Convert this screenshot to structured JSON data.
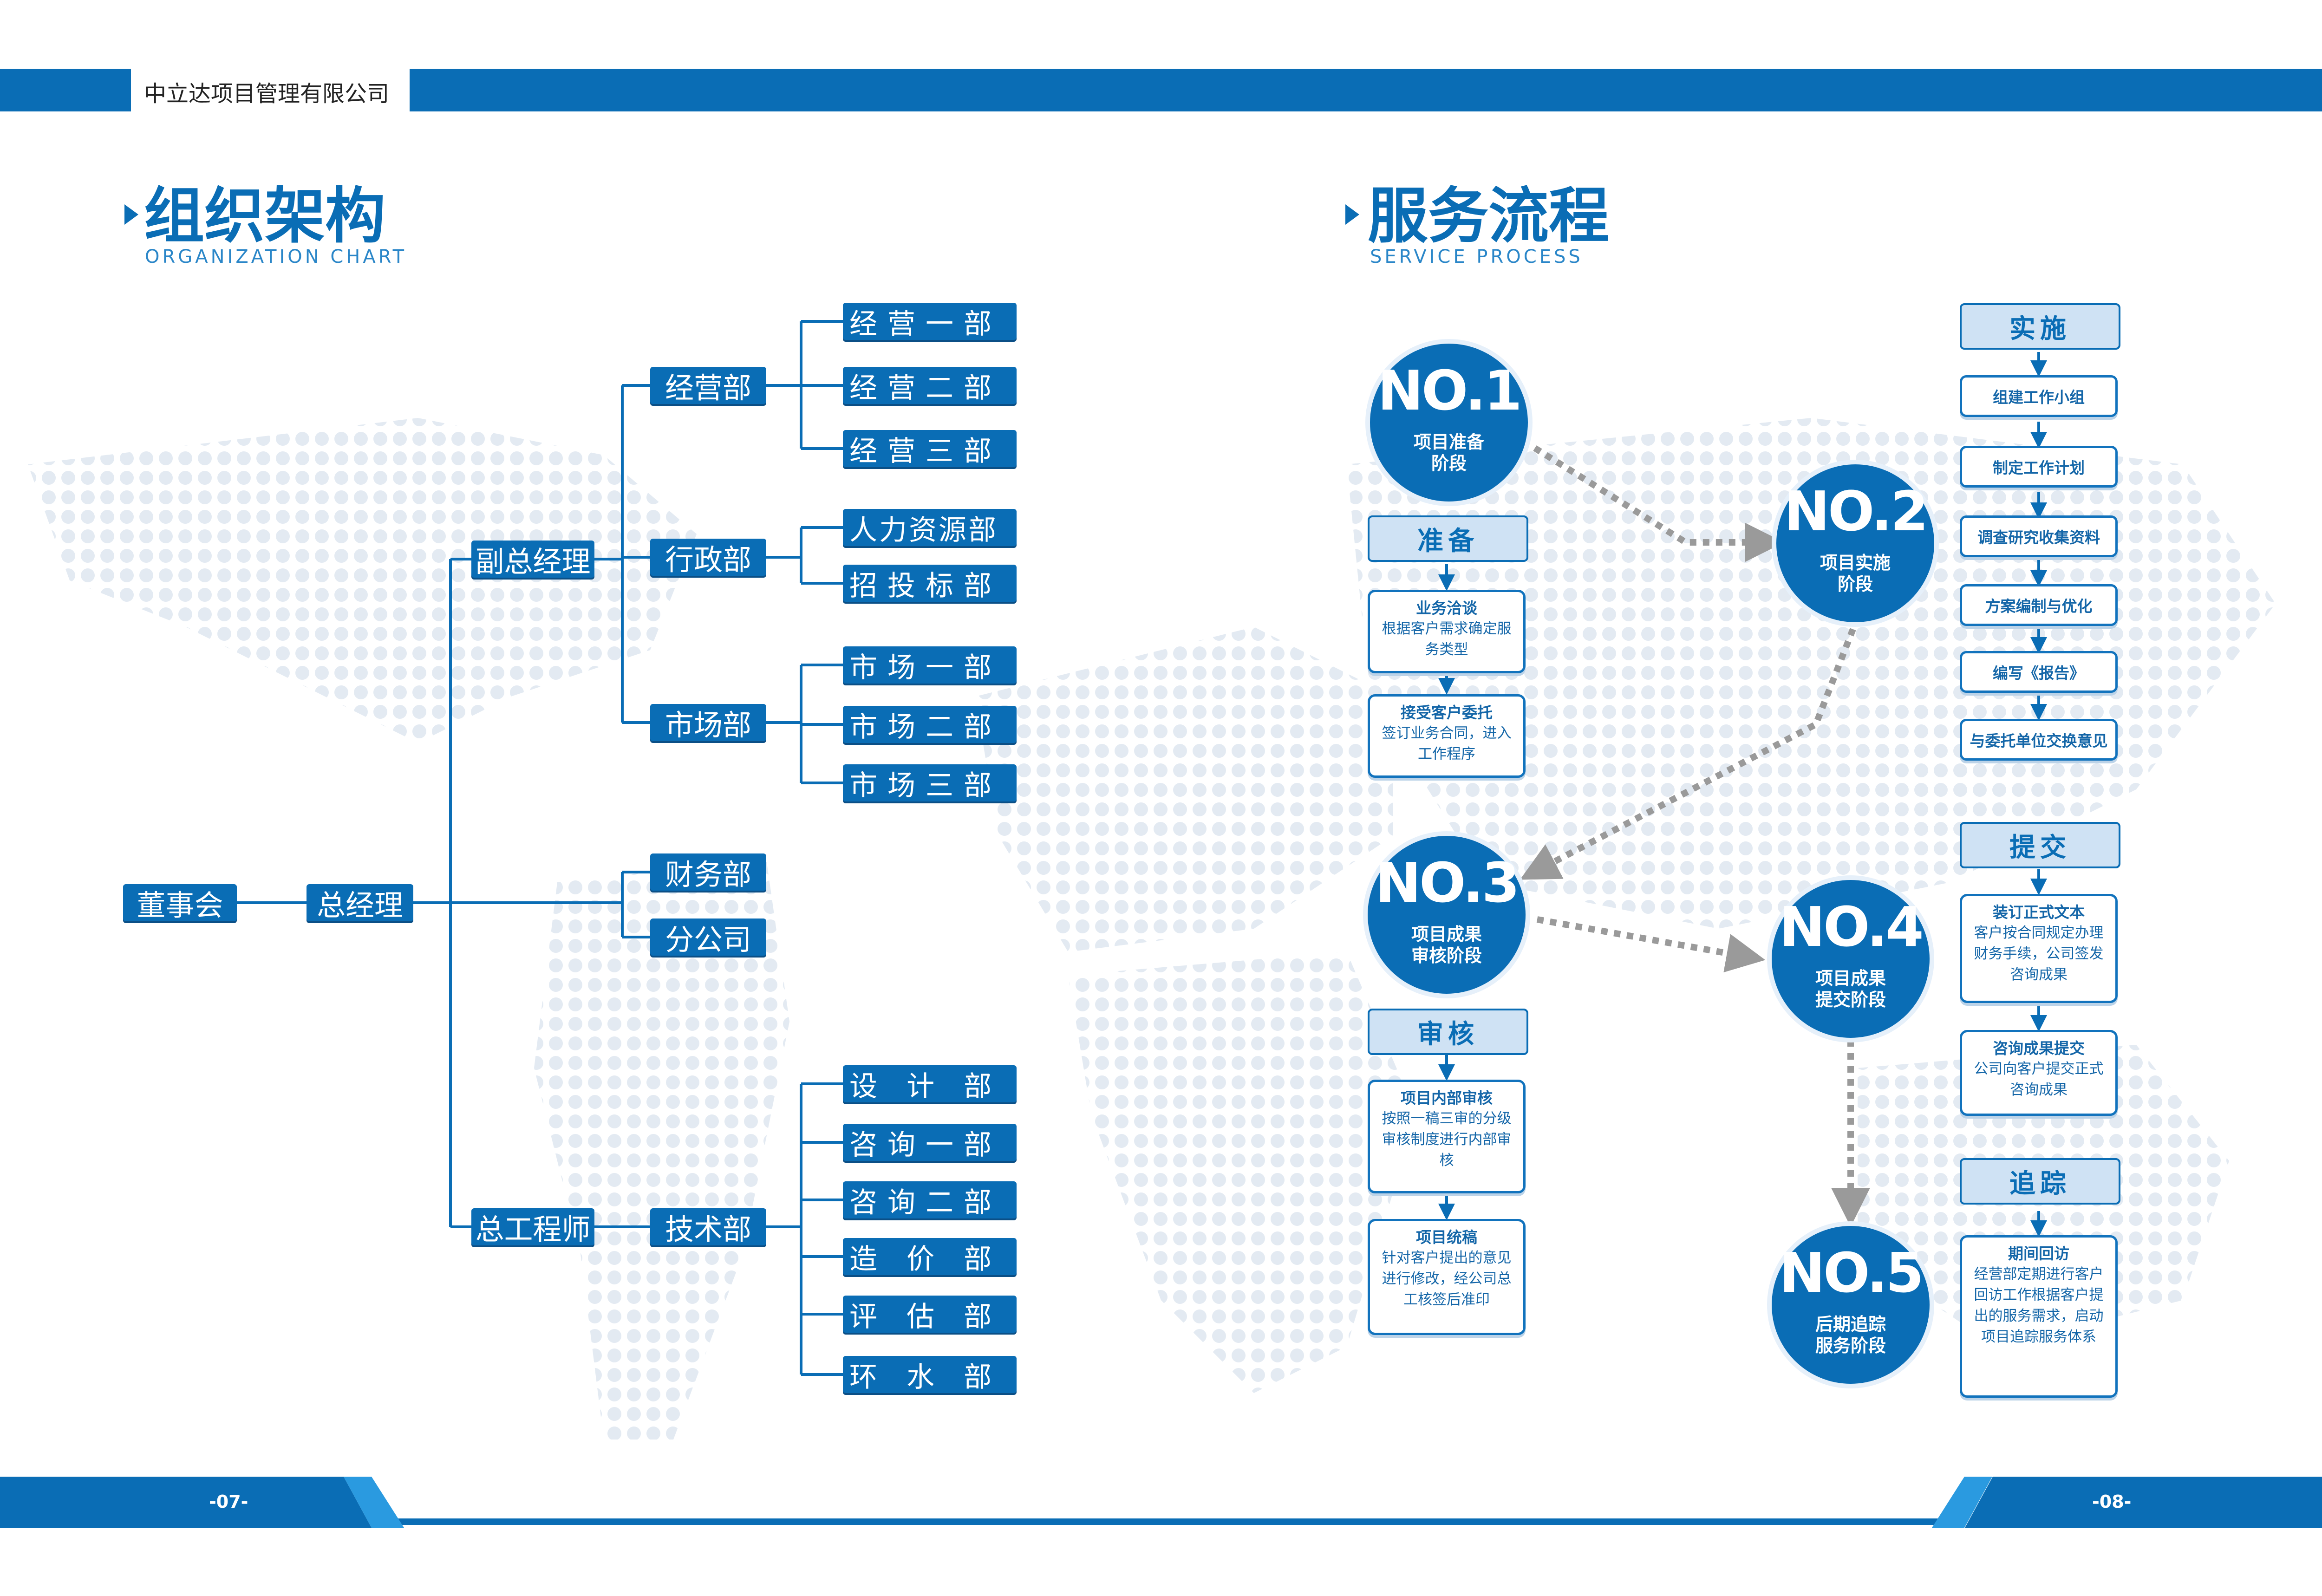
{
  "header": {
    "company": "中立达项目管理有限公司"
  },
  "org": {
    "title": "组织架构",
    "subtitle": "ORGANIZATION CHART",
    "board": "董事会",
    "gm": "总经理",
    "vp": "副总经理",
    "chief_engineer": "总工程师",
    "departments": {
      "operations": "经营部",
      "admin": "行政部",
      "market": "市场部",
      "finance": "财务部",
      "branch": "分公司",
      "tech": "技术部"
    },
    "sub": {
      "op1": "经营一部",
      "op2": "经营二部",
      "op3": "经营三部",
      "hr": "人力资源部",
      "bid": "招投标部",
      "mk1": "市场一部",
      "mk2": "市场二部",
      "mk3": "市场三部",
      "design": "设 计 部",
      "consult1": "咨询一部",
      "consult2": "咨询二部",
      "cost": "造 价 部",
      "eval": "评 估 部",
      "env": "环 水 部"
    }
  },
  "process": {
    "title": "服务流程",
    "subtitle": "SERVICE  PROCESS",
    "phases": [
      {
        "no": "NO.1",
        "line1": "项目准备",
        "line2": "阶段"
      },
      {
        "no": "NO.2",
        "line1": "项目实施",
        "line2": "阶段"
      },
      {
        "no": "NO.3",
        "line1": "项目成果",
        "line2": "审核阶段"
      },
      {
        "no": "NO.4",
        "line1": "项目成果",
        "line2": "提交阶段"
      },
      {
        "no": "NO.5",
        "line1": "后期追踪",
        "line2": "服务阶段"
      }
    ],
    "stages": {
      "prepare": "准备",
      "review": "审核",
      "implement": "实施",
      "submit": "提交",
      "track": "追踪"
    },
    "prepare_cards": [
      {
        "title": "业务洽谈",
        "body": "根据客户需求确定服务类型"
      },
      {
        "title": "接受客户委托",
        "body": "签订业务合同，进入工作程序"
      }
    ],
    "review_cards": [
      {
        "title": "项目内部审核",
        "body": "按照一稿三审的分级审核制度进行内部审核"
      },
      {
        "title": "项目统稿",
        "body": "针对客户提出的意见进行修改，经公司总工核签后准印"
      }
    ],
    "implement_steps": [
      "组建工作小组",
      "制定工作计划",
      "调查研究收集资料",
      "方案编制与优化",
      "编写《报告》",
      "与委托单位交换意见"
    ],
    "submit_cards": [
      {
        "title": "装订正式文本",
        "body": "客户按合同规定办理财务手续，公司签发咨询成果"
      },
      {
        "title": "咨询成果提交",
        "body": "公司向客户提交正式咨询成果"
      }
    ],
    "track_card": {
      "title": "期间回访",
      "body": "经营部定期进行客户回访工作根据客户提出的服务需求，启动项目追踪服务体系"
    }
  },
  "footer": {
    "left_page": "-07-",
    "right_page": "-08-"
  },
  "colors": {
    "primary": "#0a6db5",
    "light": "#cfe2f4",
    "dots": "#e6edf4"
  }
}
